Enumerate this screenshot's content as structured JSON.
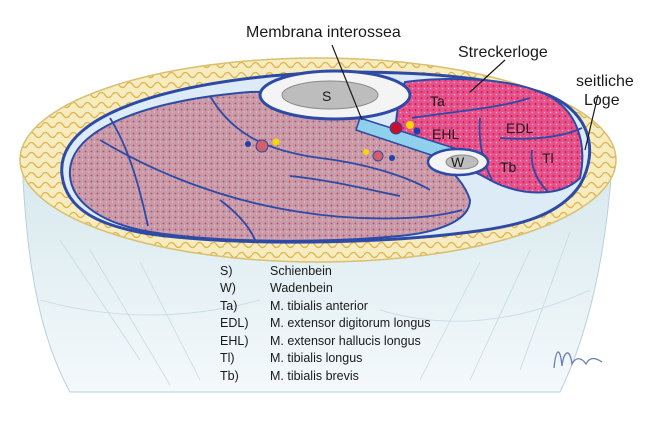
{
  "callouts": {
    "membrane": "Membrana interossea",
    "extensor_compartment": "Streckerloge",
    "lateral_compartment_line1": "seitliche",
    "lateral_compartment_line2": "Loge"
  },
  "tissue_labels": {
    "S": "S",
    "W": "W",
    "Ta": "Ta",
    "EHL": "EHL",
    "EDL": "EDL",
    "Tb": "Tb",
    "Tl": "Tl"
  },
  "legend": [
    {
      "key": "S)",
      "value": "Schienbein"
    },
    {
      "key": "W)",
      "value": "Wadenbein"
    },
    {
      "key": "Ta)",
      "value": "M. tibialis anterior"
    },
    {
      "key": "EDL)",
      "value": "M. extensor digitorum longus"
    },
    {
      "key": "EHL)",
      "value": "M. extensor hallucis longus"
    },
    {
      "key": "Tl)",
      "value": "M. tibialis longus"
    },
    {
      "key": "Tb)",
      "value": "M. tibialis brevis"
    }
  ],
  "colors": {
    "skin_fat": "#f2dc95",
    "side_wall": "#dcecef",
    "muscle_posterior": "#c99aa8",
    "muscle_anterior": "#e8508a",
    "fascia": "#2d4aa6",
    "bone": "#f4f4f4",
    "membrane": "#8fd0ec"
  }
}
